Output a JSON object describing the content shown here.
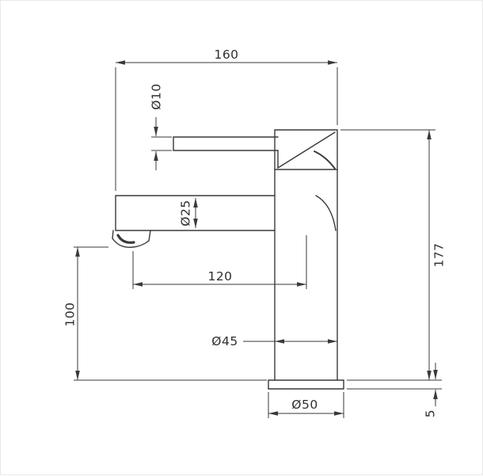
{
  "drawing": {
    "background": "#ffffff",
    "line_color": "#3a3a3a",
    "labels": {
      "total_width": "160",
      "handle_diameter": "Ø10",
      "spout_diameter": "Ø25",
      "spout_reach": "120",
      "outlet_height": "100",
      "body_height": "177",
      "body_diameter": "Ø45",
      "base_diameter": "Ø50",
      "base_thickness": "5"
    }
  }
}
